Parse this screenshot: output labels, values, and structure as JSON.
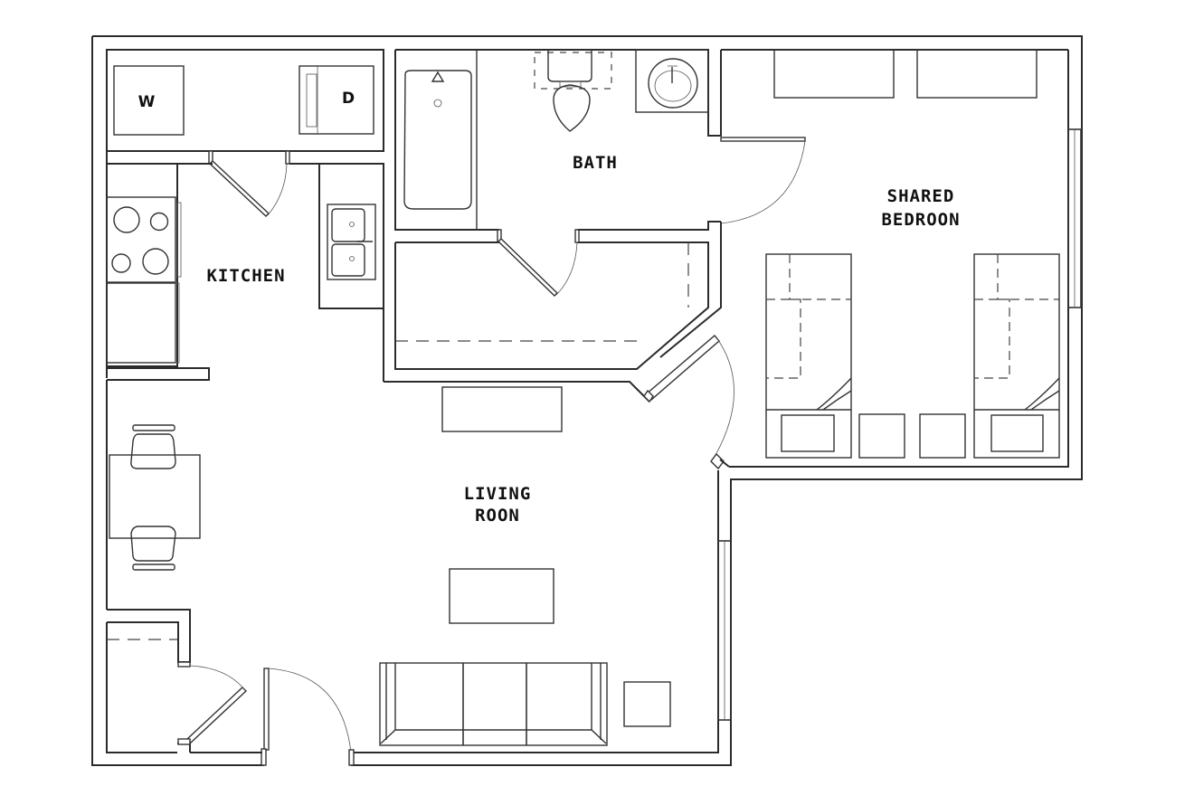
{
  "plan": {
    "rooms": {
      "kitchen": {
        "label": "KITCHEN"
      },
      "bath": {
        "label": "BATH"
      },
      "bedroom": {
        "line1": "SHARED",
        "line2": "BEDROON"
      },
      "living": {
        "line1": "LIVING",
        "line2": "ROON"
      },
      "laundry": {
        "washer": "W",
        "dryer": "D"
      }
    },
    "colors": {
      "line": "#2b2b2b",
      "background": "#ffffff"
    }
  }
}
